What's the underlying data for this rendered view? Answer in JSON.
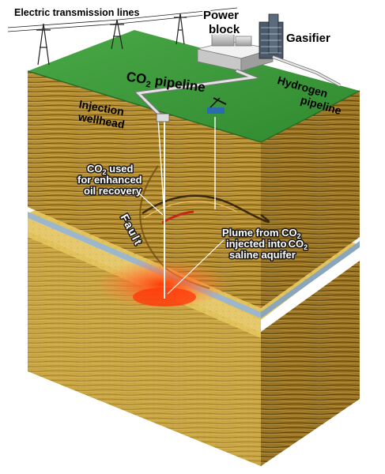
{
  "labels": {
    "electric_lines": "Electric transmission lines",
    "power_block_1": "Power",
    "power_block_2": "block",
    "gasifier": "Gasifier",
    "co2_pipeline": "CO",
    "co2_pipeline_sub": "2",
    "co2_pipeline_rest": " pipeline",
    "hydrogen_1": "Hydrogen",
    "hydrogen_2": "pipeline",
    "injection_1": "Injection",
    "injection_2": "wellhead",
    "eor_1a": "CO",
    "eor_1sub": "2",
    "eor_1b": " used",
    "eor_2": "for enhanced",
    "eor_3": "oil recovery",
    "fault": "Fault",
    "plume_1a": "Plume from CO",
    "plume_1sub": "2",
    "plume_2a": "injected into CO",
    "plume_2b": "injected into",
    "plume_2sub": "2",
    "plume_3": "saline aquifer"
  },
  "colors": {
    "ground_surface": "#3f9a3c",
    "rock_layer": "#b08a2e",
    "rock_stripe": "#6e5214",
    "aquifer_band": "#9cb7cc",
    "sandstone": "#e3c45a",
    "plume": "#ff4a1a",
    "pipeline": "#c8c8c8"
  }
}
